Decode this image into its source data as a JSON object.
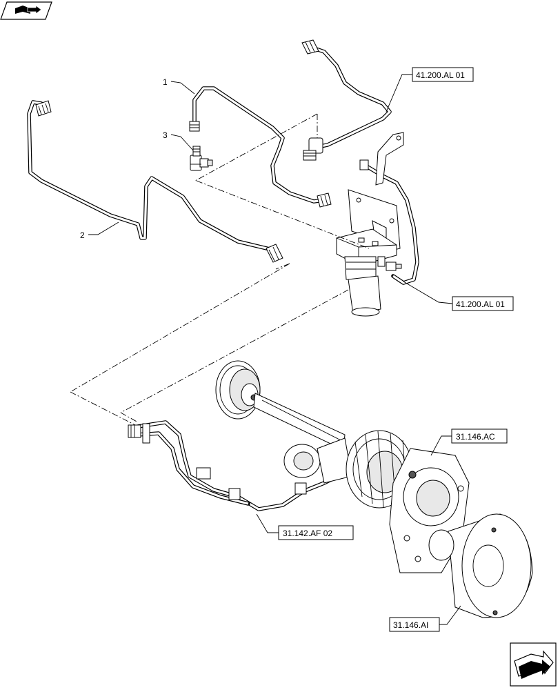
{
  "callouts": {
    "c1": "1",
    "c2": "2",
    "c3": "3"
  },
  "references": {
    "ref_41200_top": "41.200.AL 01",
    "ref_41200_mid": "41.200.AL 01",
    "ref_31146_ac": "31.146.AC",
    "ref_31142_af": "31.142.AF 02",
    "ref_31146_ai": "31.146.AI"
  },
  "icons": {
    "top_left": "book-arrow-icon",
    "bottom_right": "next-page-arrow-icon"
  }
}
